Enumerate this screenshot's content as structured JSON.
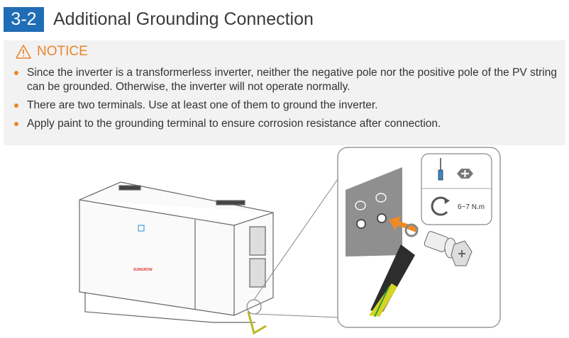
{
  "section": {
    "number": "3-2",
    "title": "Additional Grounding Connection"
  },
  "notice": {
    "label": "NOTICE",
    "icon": "warning-triangle-icon",
    "items": [
      "Since the inverter is a transformerless inverter, neither the negative pole nor the positive pole of the PV string can be grounded. Otherwise, the inverter will not operate normally.",
      "There are two terminals. Use at least one of them to ground the inverter.",
      "Apply paint to the grounding terminal to ensure corrosion resistance after connection."
    ]
  },
  "figure": {
    "torque": "6~7 N.m",
    "brand_label": "SUNGROW"
  },
  "colors": {
    "accent": "#1f6db5",
    "notice": "#e8862a"
  }
}
